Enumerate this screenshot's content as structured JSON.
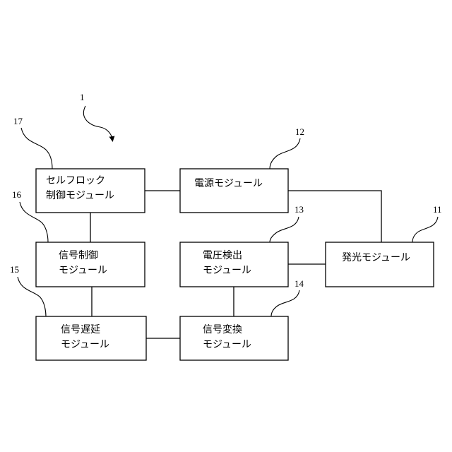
{
  "diagram": {
    "reference_main": "1",
    "modules": {
      "self_lock": {
        "ref": "17",
        "line1": "セルフロック",
        "line2": "制御モジュール"
      },
      "power": {
        "ref": "12",
        "line1": "電源モジュール"
      },
      "signal_control": {
        "ref": "16",
        "line1": "信号制御",
        "line2": "モジュール"
      },
      "voltage_detect": {
        "ref": "13",
        "line1": "電圧検出",
        "line2": "モジュール"
      },
      "light_emit": {
        "ref": "11",
        "line1": "発光モジュール"
      },
      "signal_delay": {
        "ref": "15",
        "line1": "信号遅延",
        "line2": "モジュール"
      },
      "signal_convert": {
        "ref": "14",
        "line1": "信号変換",
        "line2": "モジュール"
      }
    }
  }
}
